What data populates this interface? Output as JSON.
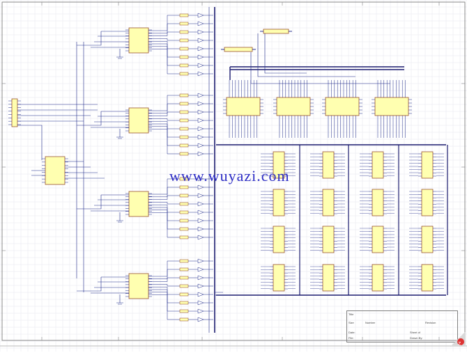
{
  "watermark": "www.wuyazi.com",
  "title_block": {
    "title_label": "Title",
    "size_label": "Size",
    "number_label": "Number",
    "revision_label": "Revision",
    "date_label": "Date:",
    "file_label": "File:",
    "sheet_label": "Sheet of",
    "drawn_label": "Drawn By:"
  },
  "colors": {
    "wire": "#1f2a8a",
    "bus": "#1a1a6e",
    "component_fill": "#ffffb0",
    "component_stroke": "#8a3a1a",
    "grid": "#e6e6ee",
    "border": "#888888"
  }
}
